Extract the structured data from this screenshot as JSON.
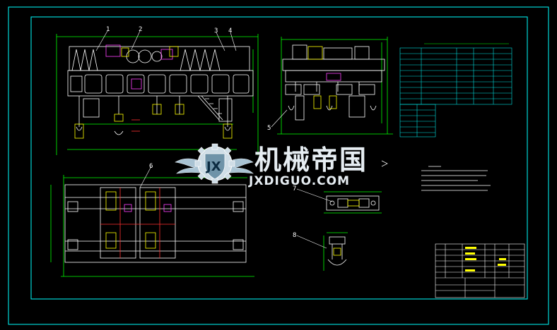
{
  "drawing": {
    "balloons": [
      "1",
      "2",
      "3",
      "4",
      "5",
      "6",
      "7",
      "8"
    ],
    "colors": {
      "background": "#000000",
      "frame": "#00ffff",
      "lines_white": "#ffffff",
      "lines_yellow": "#ffff00",
      "lines_green": "#00ff00",
      "lines_red": "#ff3030",
      "lines_magenta": "#ff40ff",
      "table_cyan": "#00e0e0"
    }
  },
  "watermark": {
    "chinese": "机械帝国",
    "english": "JXDIGUO.COM",
    "logo_letters": "JX",
    "logo_icon": "winged-gear-shield-icon"
  }
}
